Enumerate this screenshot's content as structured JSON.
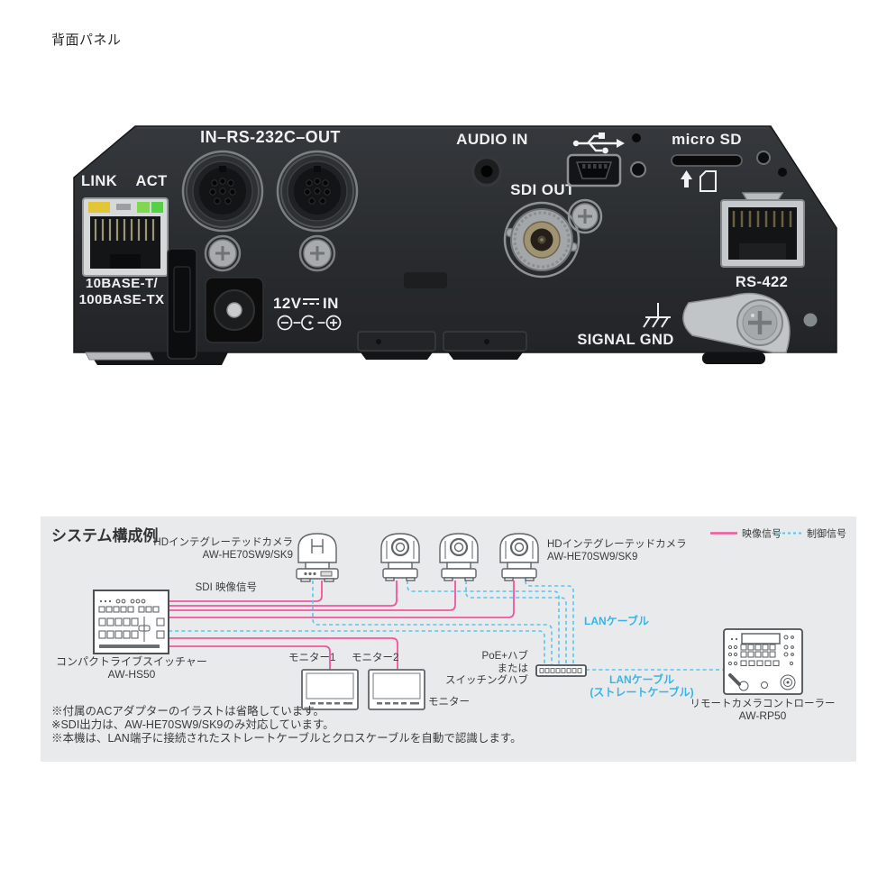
{
  "page": {
    "heading": "背面パネル"
  },
  "rear_panel": {
    "rs232c_label": "IN–RS-232C–OUT",
    "audio_in_label": "AUDIO IN",
    "sdi_out_label": "SDI OUT",
    "micro_sd_label": "micro SD",
    "link_label": "LINK",
    "act_label": "ACT",
    "ethernet_line1": "10BASE-T/",
    "ethernet_line2": "100BASE-TX",
    "dc_label_left": "12V",
    "dc_label_right": "IN",
    "rs422_label": "RS-422",
    "signal_gnd_label": "SIGNAL GND",
    "icons": [
      "usb-icon",
      "sd-arrow-icon",
      "sd-card-icon",
      "ground-icon",
      "dc-symbol-icon",
      "dc-polarity-icon"
    ]
  },
  "diagram": {
    "title": "システム構成例",
    "legend": {
      "video_label": "映像信号",
      "control_label": "制御信号",
      "video_color": "#f1569f",
      "control_color": "#58c5f1"
    },
    "camera_left_label_line1": "HDインテグレーテッドカメラ",
    "camera_left_label_line2": "AW-HE70SW9/SK9",
    "camera_right_label_line1": "HDインテグレーテッドカメラ",
    "camera_right_label_line2": "AW-HE70SW9/SK9",
    "sdi_signal_label": "SDI 映像信号",
    "switcher_label_line1": "コンパクトライブスイッチャー",
    "switcher_label_line2": "AW-HS50",
    "monitor1_label": "モニター1",
    "monitor2_label": "モニター2",
    "monitor_label": "モニター",
    "hub_label_line1": "PoE+ハブ",
    "hub_label_line2": "または",
    "hub_label_line3": "スイッチングハブ",
    "lan_cable_label": "LANケーブル",
    "lan_straight_line1": "LANケーブル",
    "lan_straight_line2": "(ストレートケーブル)",
    "controller_label_line1": "リモートカメラコントローラー",
    "controller_label_line2": "AW-RP50",
    "notes": [
      "※付属のACアダプターのイラストは省略しています。",
      "※SDI出力は、AW-HE70SW9/SK9のみ対応しています。",
      "※本機は、LAN端子に接続されたストレートケーブルとクロスケーブルを自動で認識します。"
    ]
  }
}
